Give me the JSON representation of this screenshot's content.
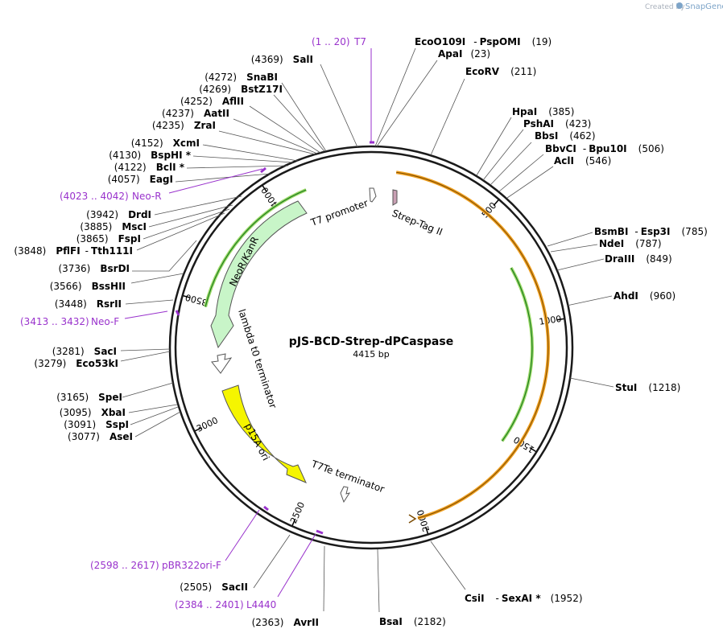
{
  "credit": {
    "prefix": "Created by",
    "brand": "SnapGene"
  },
  "plasmid": {
    "name": "pJS-BCD-Strep-dPCaspase",
    "length_label": "4415 bp",
    "length": 4415
  },
  "ticks": [
    {
      "label": "500",
      "bp": 500
    },
    {
      "label": "1000",
      "bp": 1000
    },
    {
      "label": "1500",
      "bp": 1500
    },
    {
      "label": "2000",
      "bp": 2000
    },
    {
      "label": "2500",
      "bp": 2500
    },
    {
      "label": "3000",
      "bp": 3000
    },
    {
      "label": "3500",
      "bp": 3500
    },
    {
      "label": "4000",
      "bp": 4000
    }
  ],
  "features": [
    {
      "name": "T7 promoter",
      "type": "promoter"
    },
    {
      "name": "Strep-Tag II",
      "type": "tag"
    },
    {
      "name": "NeoR/KanR",
      "type": "cds"
    },
    {
      "name": "lambda t0 terminator",
      "type": "terminator"
    },
    {
      "name": "p15A ori",
      "type": "origin"
    },
    {
      "name": "T7Te terminator",
      "type": "terminator"
    }
  ],
  "sites_right": [
    {
      "name": "EcoO109I",
      "sep": "-",
      "name2": "PspOMI",
      "pos": "(19)"
    },
    {
      "name": "ApaI",
      "pos": "(23)"
    },
    {
      "name": "EcoRV",
      "pos": "(211)"
    },
    {
      "name": "HpaI",
      "pos": "(385)"
    },
    {
      "name": "PshAI",
      "pos": "(423)"
    },
    {
      "name": "BbsI",
      "pos": "(462)"
    },
    {
      "name": "BbvCI",
      "sep": "-",
      "name2": "Bpu10I",
      "pos": "(506)"
    },
    {
      "name": "AclI",
      "pos": "(546)"
    },
    {
      "name": "BsmBI",
      "sep": "-",
      "name2": "Esp3I",
      "pos": "(785)"
    },
    {
      "name": "NdeI",
      "pos": "(787)"
    },
    {
      "name": "DraIII",
      "pos": "(849)"
    },
    {
      "name": "AhdI",
      "pos": "(960)"
    },
    {
      "name": "StuI",
      "pos": "(1218)"
    },
    {
      "name": "CsiI",
      "sep": "-",
      "name2": "SexAI *",
      "pos": "(1952)"
    },
    {
      "name": "BsaI",
      "pos": "(2182)"
    }
  ],
  "sites_left": [
    {
      "name": "SalI",
      "pos": "(4369)"
    },
    {
      "name": "SnaBI",
      "pos": "(4272)"
    },
    {
      "name": "BstZ17I",
      "pos": "(4269)"
    },
    {
      "name": "AflII",
      "pos": "(4252)"
    },
    {
      "name": "AatII",
      "pos": "(4237)"
    },
    {
      "name": "ZraI",
      "pos": "(4235)"
    },
    {
      "name": "XcmI",
      "pos": "(4152)"
    },
    {
      "name": "BspHI *",
      "pos": "(4130)"
    },
    {
      "name": "BclI *",
      "pos": "(4122)"
    },
    {
      "name": "EagI",
      "pos": "(4057)"
    },
    {
      "name": "DrdI",
      "pos": "(3942)"
    },
    {
      "name": "MscI",
      "pos": "(3885)"
    },
    {
      "name": "FspI",
      "pos": "(3865)"
    },
    {
      "name": "PflFI",
      "sep": "-",
      "name2": "Tth111I",
      "pos": "(3848)"
    },
    {
      "name": "BsrDI",
      "pos": "(3736)"
    },
    {
      "name": "BssHII",
      "pos": "(3566)"
    },
    {
      "name": "RsrII",
      "pos": "(3448)"
    },
    {
      "name": "SacI",
      "pos": "(3281)"
    },
    {
      "name": "Eco53kI",
      "pos": "(3279)"
    },
    {
      "name": "SpeI",
      "pos": "(3165)"
    },
    {
      "name": "XbaI",
      "pos": "(3095)"
    },
    {
      "name": "SspI",
      "pos": "(3091)"
    },
    {
      "name": "AseI",
      "pos": "(3077)"
    },
    {
      "name": "SacII",
      "pos": "(2505)"
    },
    {
      "name": "AvrII",
      "pos": "(2363)"
    }
  ],
  "primers": [
    {
      "range": "(1 .. 20)",
      "name": "T7"
    },
    {
      "range": "(4023 .. 4042)",
      "name": "Neo-R"
    },
    {
      "range": "(3413 .. 3432)",
      "name": "Neo-F"
    },
    {
      "range": "(2598 .. 2617)",
      "name": "pBR322ori-F"
    },
    {
      "range": "(2384 .. 2401)",
      "name": "L4440"
    }
  ],
  "colors": {
    "backbone": "#1a1a1a",
    "orf_orange": "#f0a020",
    "orf_green": "#1e7d1e",
    "neor_fill": "#c8f5c8",
    "ori_fill": "#f5f500",
    "strep_fill": "#c9a0b4",
    "primer": "#9932cc",
    "leader": "#555555"
  }
}
